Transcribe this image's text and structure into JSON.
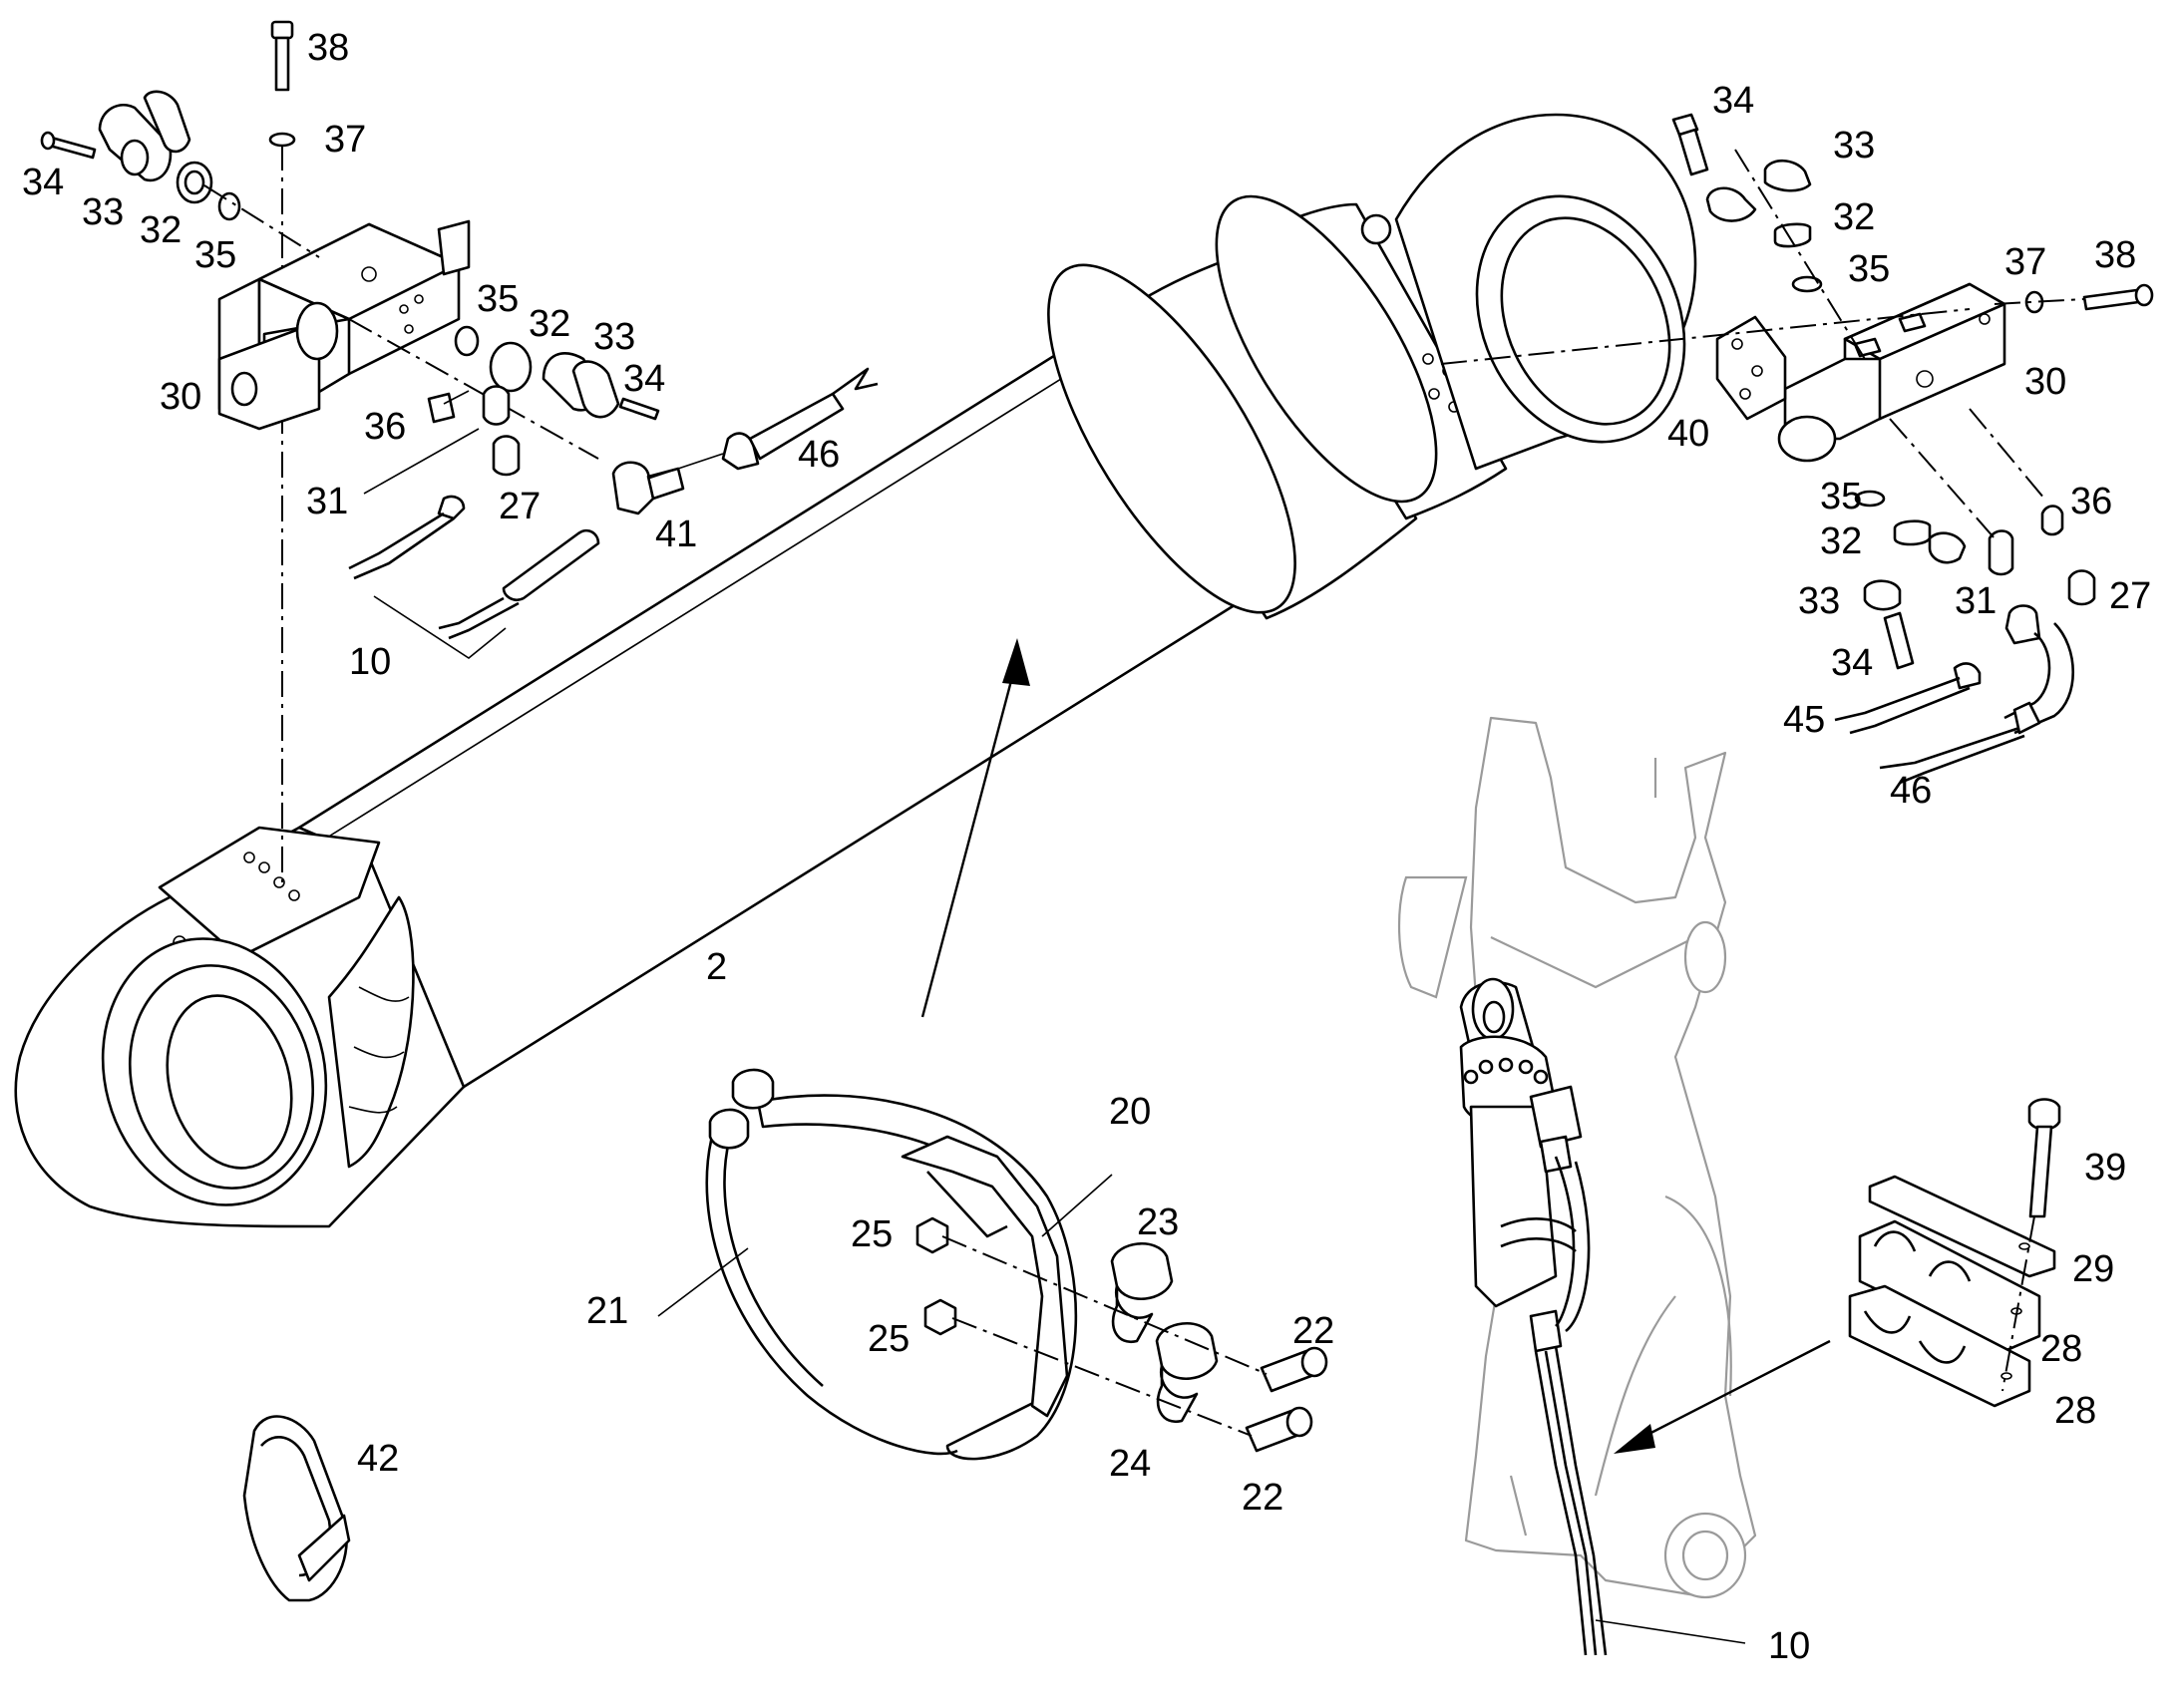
{
  "diagram": {
    "callouts": {
      "c2": "2",
      "c10a": "10",
      "c10b": "10",
      "c20": "20",
      "c21": "21",
      "c22a": "22",
      "c22b": "22",
      "c23": "23",
      "c24": "24",
      "c25a": "25",
      "c25b": "25",
      "c27a": "27",
      "c27b": "27",
      "c28a": "28",
      "c28b": "28",
      "c29": "29",
      "c30a": "30",
      "c30b": "30",
      "c31a": "31",
      "c31b": "31",
      "c32a": "32",
      "c32b": "32",
      "c32c": "32",
      "c32d": "32",
      "c33a": "33",
      "c33b": "33",
      "c33c": "33",
      "c33d": "33",
      "c34a": "34",
      "c34b": "34",
      "c34c": "34",
      "c34d": "34",
      "c35a": "35",
      "c35b": "35",
      "c35c": "35",
      "c35d": "35",
      "c36a": "36",
      "c36b": "36",
      "c37a": "37",
      "c37b": "37",
      "c38a": "38",
      "c38b": "38",
      "c39": "39",
      "c40": "40",
      "c41": "41",
      "c42": "42",
      "c45": "45",
      "c46a": "46",
      "c46b": "46"
    }
  }
}
